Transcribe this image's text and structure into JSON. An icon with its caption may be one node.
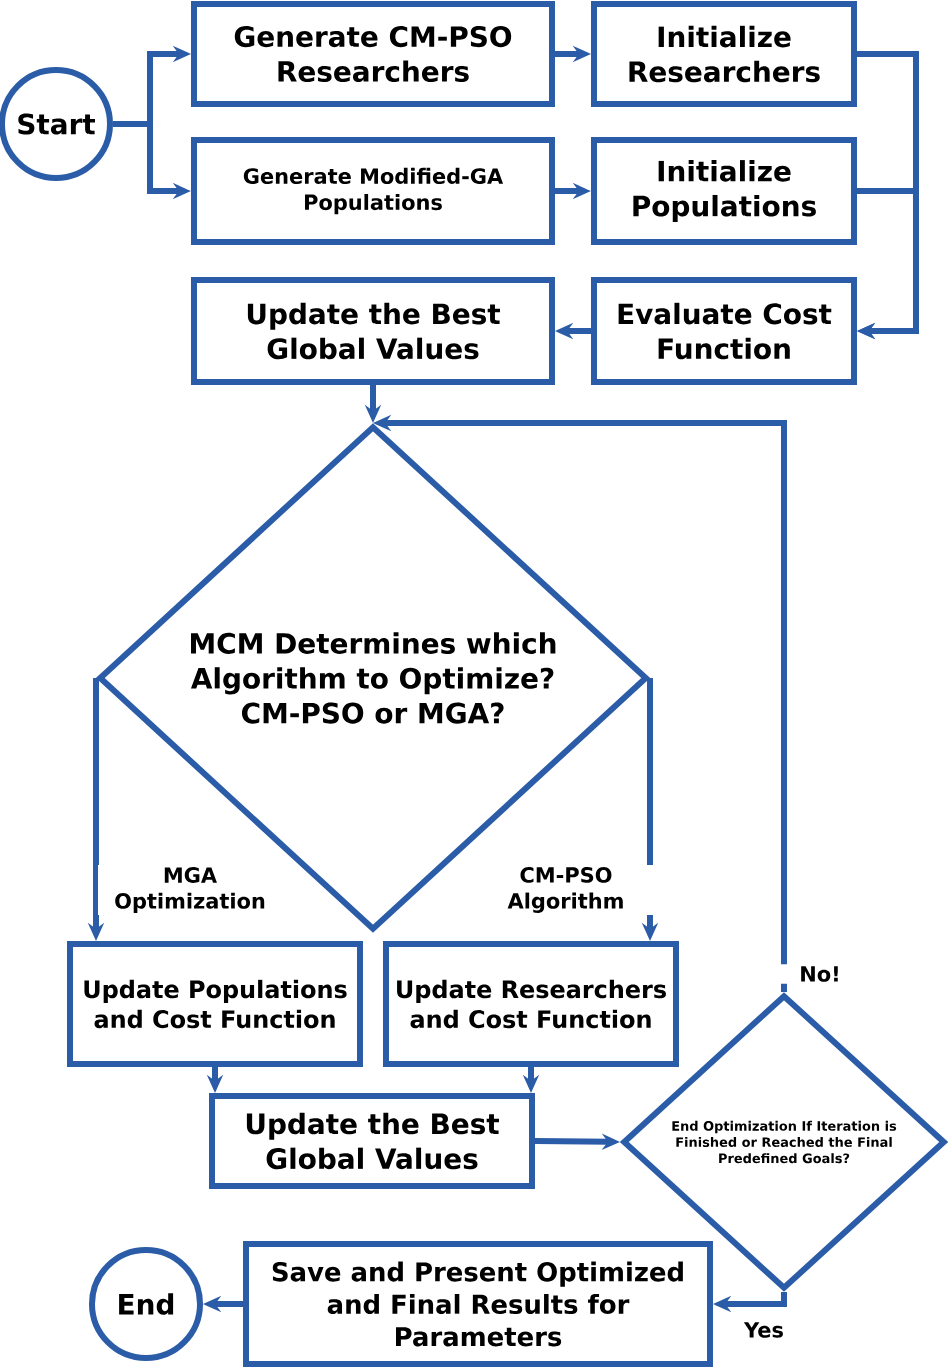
{
  "diagram": {
    "nodes": [
      {
        "text": [
          "Start"
        ]
      },
      {
        "text": [
          "Generate CM-PSO Researchers"
        ]
      },
      {
        "text": [
          "Initialize Researchers"
        ]
      },
      {
        "text": [
          "Generate Modified-GA Populations"
        ]
      },
      {
        "text": [
          "Initialize Populations"
        ]
      },
      {
        "text": [
          "Update the Best Global Values"
        ]
      },
      {
        "text": [
          "Evaluate Cost Function"
        ]
      },
      {
        "text": [
          "MCM Determines which Algorithm to Optimize? CM-PSO or MGA?"
        ]
      },
      {
        "text": [
          "Update Populations and Cost Function"
        ]
      },
      {
        "text": [
          "Update Researchers and Cost Function"
        ]
      },
      {
        "text": [
          "Update the Best Global Values"
        ]
      },
      {
        "text": [
          "End Optimization If Iteration is Finished or Reached the Final Predefined Goals?"
        ]
      },
      {
        "text": [
          "Save and Present Optimized and Final Results for Parameters"
        ]
      },
      {
        "text": [
          "End"
        ]
      }
    ],
    "edges": [
      {
        "from": 0,
        "to": 1,
        "arrow": "to"
      },
      {
        "from": 0,
        "to": 3,
        "arrow": "to"
      },
      {
        "from": 1,
        "to": 2,
        "arrow": "to"
      },
      {
        "from": 3,
        "to": 4,
        "arrow": "to"
      },
      {
        "from": 2,
        "to": 6,
        "arrow": "to"
      },
      {
        "from": 4,
        "to": 6,
        "arrow": "to"
      },
      {
        "from": 6,
        "to": 5,
        "arrow": "to"
      },
      {
        "from": 5,
        "to": 7,
        "arrow": "to"
      },
      {
        "from": 7,
        "to": 8,
        "arrow": "to",
        "label": "MGA Optimization"
      },
      {
        "from": 7,
        "to": 9,
        "arrow": "to",
        "label": "CM-PSO Algorithm"
      },
      {
        "from": 8,
        "to": 10,
        "arrow": "to"
      },
      {
        "from": 9,
        "to": 10,
        "arrow": "to"
      },
      {
        "from": 10,
        "to": 11,
        "arrow": "to"
      },
      {
        "from": 11,
        "to": 7,
        "arrow": "to",
        "label": "No!"
      },
      {
        "from": 11,
        "to": 12,
        "arrow": "to",
        "label": "Yes"
      },
      {
        "from": 12,
        "to": 13,
        "arrow": "to"
      }
    ]
  }
}
